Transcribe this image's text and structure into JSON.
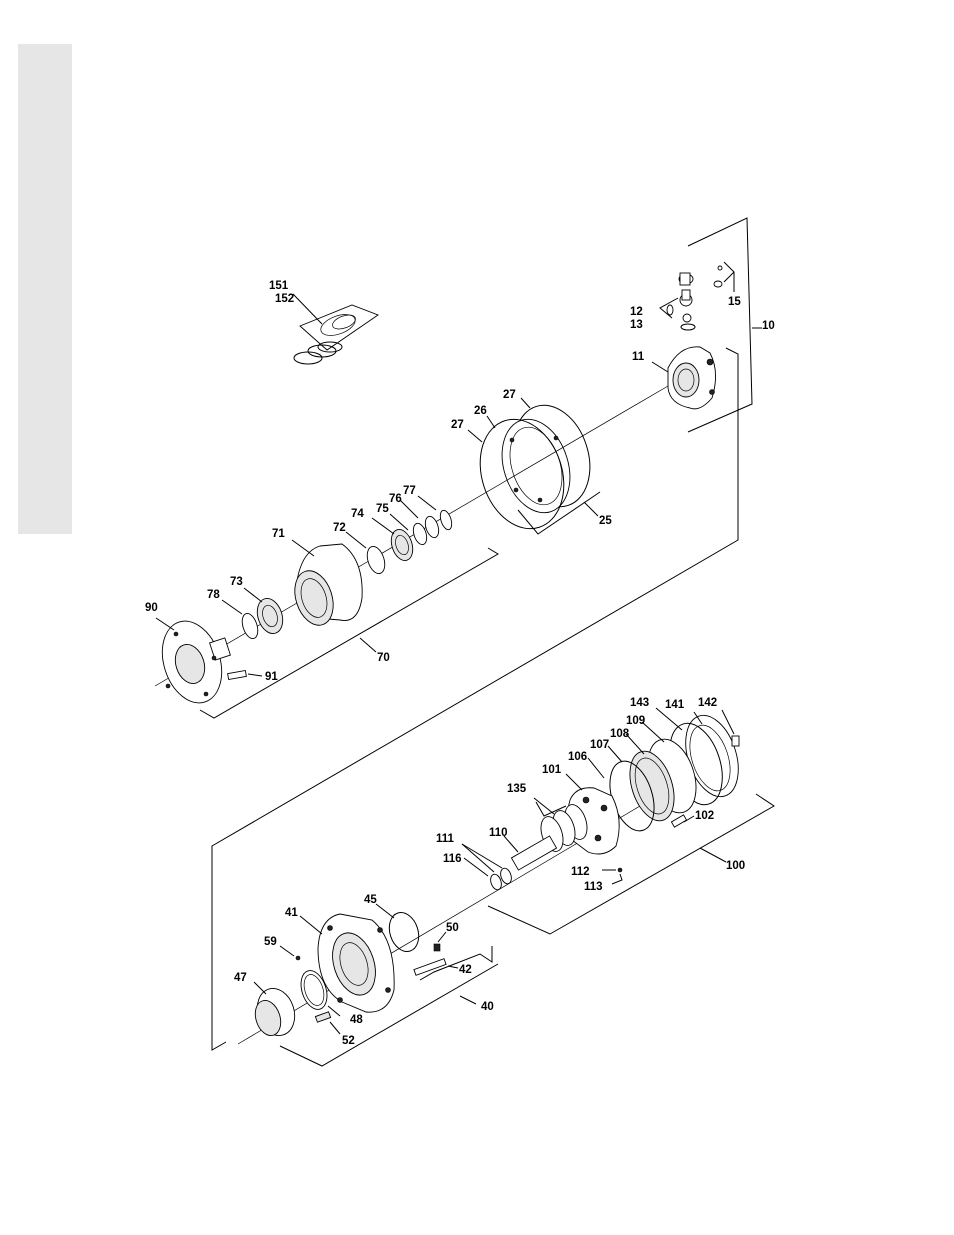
{
  "page": {
    "side_tab_color": "#e6e6e6"
  },
  "diagram": {
    "type": "exploded parts diagram",
    "callouts": {
      "c151": "151",
      "c152": "152",
      "c27a": "27",
      "c26": "26",
      "c27b": "27",
      "c25": "25",
      "c12": "12",
      "c13": "13",
      "c15": "15",
      "c10": "10",
      "c11": "11",
      "c71": "71",
      "c72": "72",
      "c73": "73",
      "c74": "74",
      "c75": "75",
      "c76": "76",
      "c77": "77",
      "c78": "78",
      "c90": "90",
      "c91": "91",
      "c70": "70",
      "c143": "143",
      "c141": "141",
      "c142": "142",
      "c109": "109",
      "c108": "108",
      "c107": "107",
      "c106": "106",
      "c101": "101",
      "c135": "135",
      "c102": "102",
      "c110": "110",
      "c111": "111",
      "c116": "116",
      "c112": "112",
      "c113": "113",
      "c100": "100",
      "c45": "45",
      "c41": "41",
      "c50": "50",
      "c59": "59",
      "c42": "42",
      "c47": "47",
      "c48": "48",
      "c40": "40",
      "c52": "52"
    }
  }
}
